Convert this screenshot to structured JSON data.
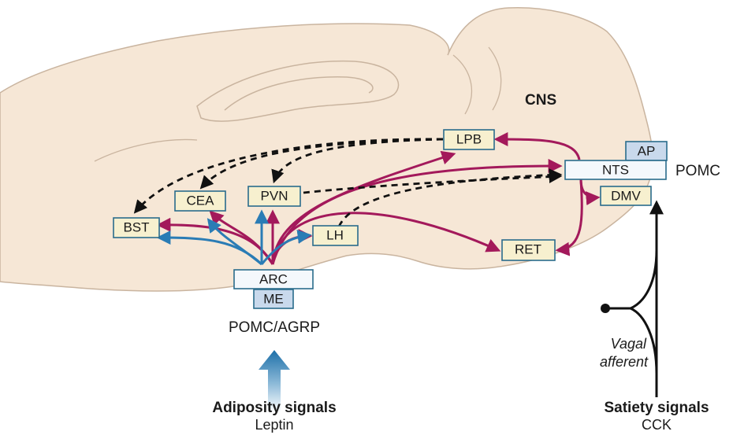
{
  "labels": {
    "cns": "CNS",
    "pomc_right": "POMC",
    "pomc_agrp": "POMC/AGRP",
    "adiposity_title": "Adiposity signals",
    "adiposity_sub": "Leptin",
    "satiety_title": "Satiety signals",
    "satiety_sub": "CCK",
    "vagal_line1": "Vagal",
    "vagal_line2": "afferent"
  },
  "nodes": {
    "lpb": "LPB",
    "ap": "AP",
    "nts": "NTS",
    "dmv": "DMV",
    "cea": "CEA",
    "pvn": "PVN",
    "bst": "BST",
    "lh": "LH",
    "ret": "RET",
    "arc": "ARC",
    "me": "ME"
  },
  "colors": {
    "brain_fill": "#f6e7d6",
    "brain_outline": "#c9b49f",
    "node_fill_tan": "#f7f0cf",
    "node_fill_white": "#f4f8fc",
    "node_fill_blue": "#c9d9ec",
    "node_border": "#2a6c8c",
    "magenta_arrow": "#a3195b",
    "blue_arrow": "#2a7cb5",
    "dashed_arrow": "#111111"
  }
}
